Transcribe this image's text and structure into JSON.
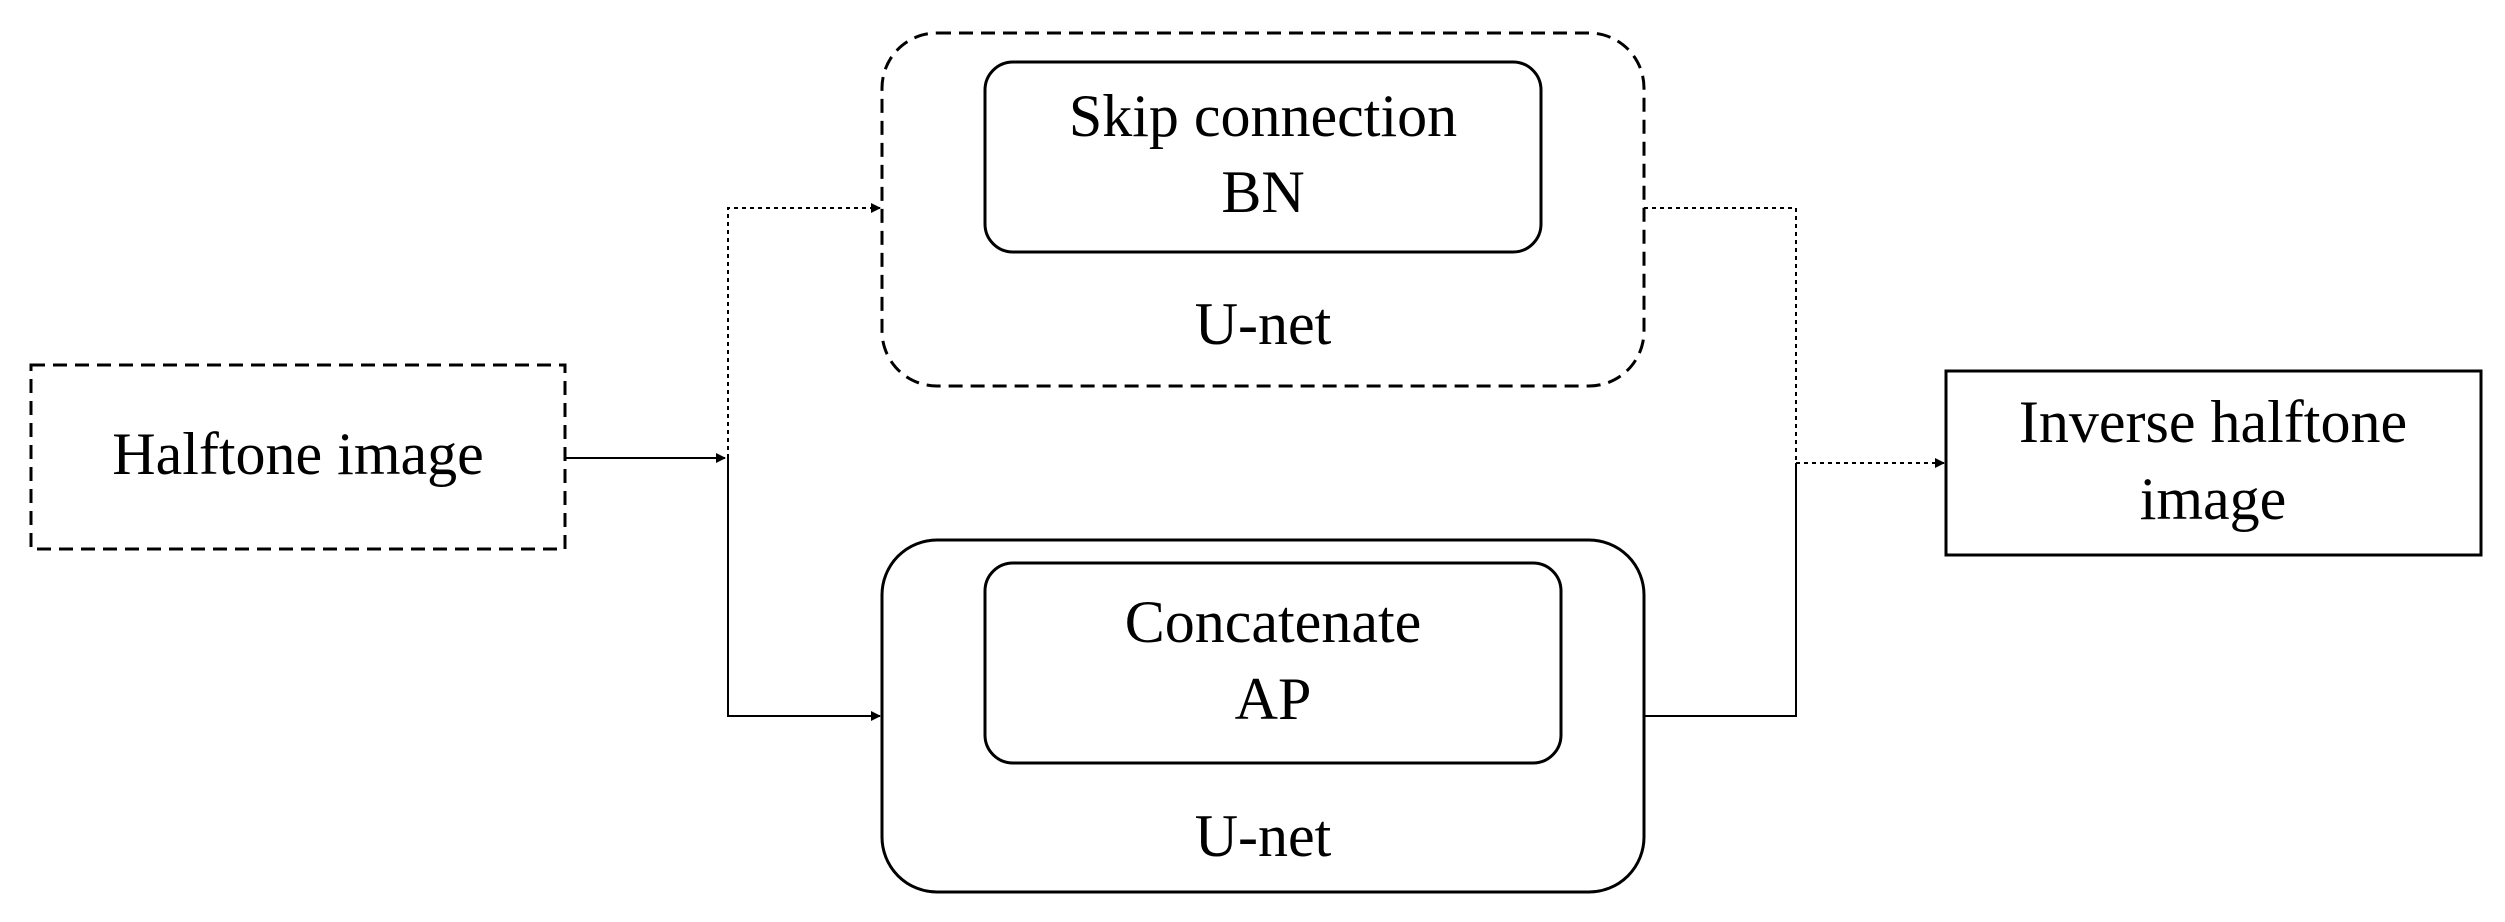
{
  "nodes": {
    "input": {
      "label": "Halftone image"
    },
    "unet_top": {
      "label": "U-net",
      "inner": {
        "line1": "Skip connection",
        "line2": "BN"
      }
    },
    "unet_bottom": {
      "label": "U-net",
      "inner": {
        "line1": "Concatenate",
        "line2": "AP"
      }
    },
    "output": {
      "line1": "Inverse halftone",
      "line2": "image"
    }
  },
  "edges": [
    {
      "from": "input",
      "to": "unet_top",
      "style": "dotted"
    },
    {
      "from": "input",
      "to": "unet_bottom",
      "style": "solid"
    },
    {
      "from": "unet_top",
      "to": "output",
      "style": "dotted"
    },
    {
      "from": "unet_bottom",
      "to": "output",
      "style": "solid"
    }
  ]
}
